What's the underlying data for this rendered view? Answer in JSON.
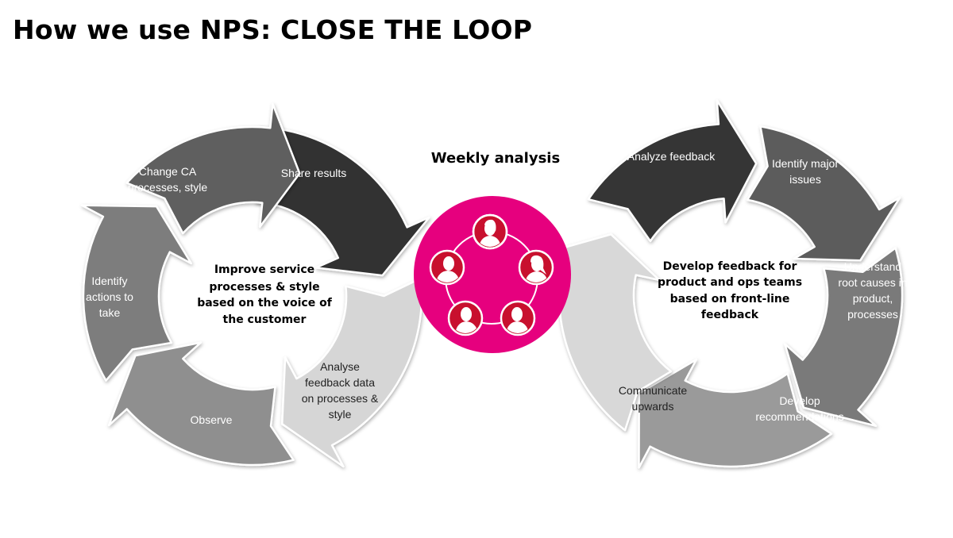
{
  "title": "How we use NPS: CLOSE THE LOOP",
  "center": {
    "title": "Weekly analysis",
    "colors": {
      "disc": "#e6007e",
      "people": "#c8102e"
    }
  },
  "cycles": [
    {
      "id": "left",
      "center_text": [
        "Improve service",
        "processes & style",
        "based on the voice of",
        "the customer"
      ],
      "steps": [
        {
          "id": "share-results",
          "label": [
            "Share results"
          ],
          "color": "#333333",
          "text_color": "#ffffff"
        },
        {
          "id": "analyse-feedback",
          "label": [
            "Analyse",
            "feedback data",
            "on processes &",
            "style"
          ],
          "color": "#d6d6d6",
          "text_color": "#222222"
        },
        {
          "id": "observe",
          "label": [
            "Observe"
          ],
          "color": "#8f8f8f",
          "text_color": "#ffffff"
        },
        {
          "id": "identify-actions",
          "label": [
            "Identify",
            "actions to",
            "take"
          ],
          "color": "#7d7d7d",
          "text_color": "#ffffff"
        },
        {
          "id": "change-ca",
          "label": [
            "Change CA",
            "processes, style"
          ],
          "color": "#5e5e5e",
          "text_color": "#ffffff"
        }
      ]
    },
    {
      "id": "right",
      "center_text": [
        "Develop feedback for",
        "product and ops teams",
        "based on front-line",
        "feedback"
      ],
      "steps": [
        {
          "id": "analyze-feedback",
          "label": [
            "Analyze feedback"
          ],
          "color": "#353535",
          "text_color": "#ffffff"
        },
        {
          "id": "identify-major-issues",
          "label": [
            "Identify major",
            "issues"
          ],
          "color": "#5c5c5c",
          "text_color": "#ffffff"
        },
        {
          "id": "understand-root-causes",
          "label": [
            "Understand",
            "root causes in",
            "product,",
            "processes"
          ],
          "color": "#7a7a7a",
          "text_color": "#ffffff"
        },
        {
          "id": "develop-recommendations",
          "label": [
            "Develop",
            "recommendations"
          ],
          "color": "#9a9a9a",
          "text_color": "#ffffff"
        },
        {
          "id": "communicate-upwards",
          "label": [
            "Communicate",
            "upwards"
          ],
          "color": "#d8d8d8",
          "text_color": "#222222"
        }
      ]
    }
  ]
}
